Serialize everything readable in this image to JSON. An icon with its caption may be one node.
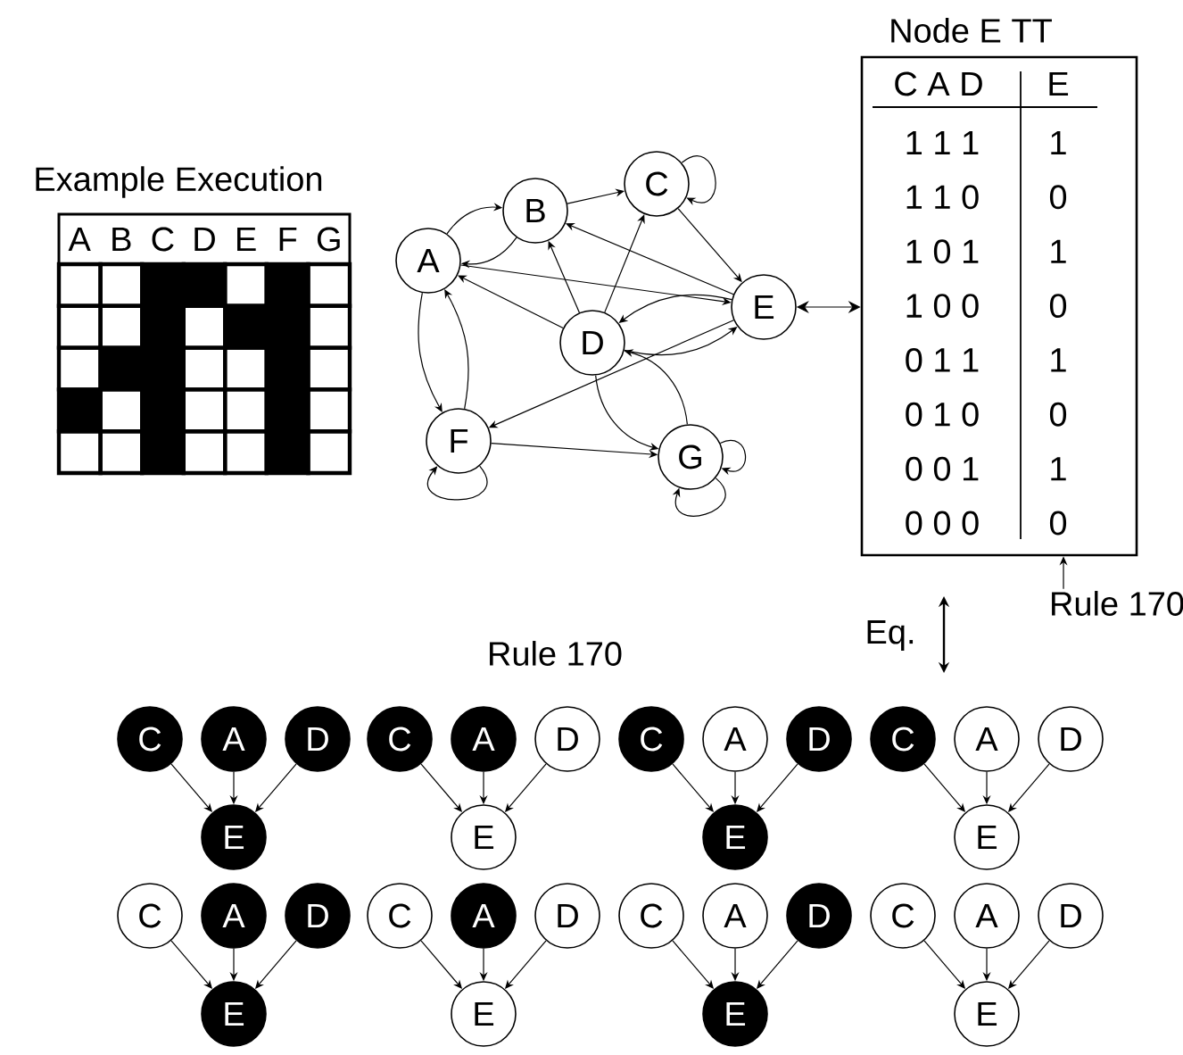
{
  "diagram": {
    "nodes": [
      {
        "text": [
          "A"
        ]
      },
      {
        "text": [
          "B"
        ]
      },
      {
        "text": [
          "C"
        ]
      },
      {
        "text": [
          "D"
        ]
      },
      {
        "text": [
          "E"
        ]
      },
      {
        "text": [
          "F"
        ]
      },
      {
        "text": [
          "G"
        ]
      },
      {
        "text": [
          "Example Execution",
          "A",
          "B",
          "C",
          "D",
          "E",
          "F",
          "G"
        ]
      },
      {
        "text": [
          "Node E TT",
          "C A D",
          "E",
          "1 1 1",
          "1",
          "1 1 0",
          "0",
          "1 0 1",
          "1",
          "1 0 0",
          "0",
          "0 1 1",
          "1",
          "0 1 0",
          "0",
          "0 0 1",
          "1",
          "0 0 0",
          "0"
        ]
      },
      {
        "text": [
          "Rule 170"
        ]
      },
      {
        "text": [
          "C"
        ]
      },
      {
        "text": [
          "A"
        ]
      },
      {
        "text": [
          "D"
        ]
      },
      {
        "text": [
          "E"
        ]
      },
      {
        "text": [
          "C"
        ]
      },
      {
        "text": [
          "A"
        ]
      },
      {
        "text": [
          "D"
        ]
      },
      {
        "text": [
          "E"
        ]
      },
      {
        "text": [
          "C"
        ]
      },
      {
        "text": [
          "A"
        ]
      },
      {
        "text": [
          "D"
        ]
      },
      {
        "text": [
          "E"
        ]
      },
      {
        "text": [
          "C"
        ]
      },
      {
        "text": [
          "A"
        ]
      },
      {
        "text": [
          "D"
        ]
      },
      {
        "text": [
          "E"
        ]
      },
      {
        "text": [
          "C"
        ]
      },
      {
        "text": [
          "A"
        ]
      },
      {
        "text": [
          "D"
        ]
      },
      {
        "text": [
          "E"
        ]
      },
      {
        "text": [
          "C"
        ]
      },
      {
        "text": [
          "A"
        ]
      },
      {
        "text": [
          "D"
        ]
      },
      {
        "text": [
          "E"
        ]
      },
      {
        "text": [
          "C"
        ]
      },
      {
        "text": [
          "A"
        ]
      },
      {
        "text": [
          "D"
        ]
      },
      {
        "text": [
          "E"
        ]
      },
      {
        "text": [
          "C"
        ]
      },
      {
        "text": [
          "A"
        ]
      },
      {
        "text": [
          "D"
        ]
      },
      {
        "text": [
          "E"
        ]
      }
    ],
    "edges": [
      {
        "from": 0,
        "to": 1,
        "arrow": "to"
      },
      {
        "from": 1,
        "to": 0,
        "arrow": "to"
      },
      {
        "from": 1,
        "to": 2,
        "arrow": "to"
      },
      {
        "from": 2,
        "to": 2,
        "arrow": "to"
      },
      {
        "from": 2,
        "to": 4,
        "arrow": "to"
      },
      {
        "from": 4,
        "to": 1,
        "arrow": "to"
      },
      {
        "from": 0,
        "to": 4,
        "arrow": "to"
      },
      {
        "from": 3,
        "to": 0,
        "arrow": "to"
      },
      {
        "from": 3,
        "to": 1,
        "arrow": "to"
      },
      {
        "from": 3,
        "to": 2,
        "arrow": "to"
      },
      {
        "from": 4,
        "to": 3,
        "arrow": "to"
      },
      {
        "from": 3,
        "to": 4,
        "arrow": "to"
      },
      {
        "from": 4,
        "to": 5,
        "arrow": "to"
      },
      {
        "from": 0,
        "to": 5,
        "arrow": "to"
      },
      {
        "from": 5,
        "to": 0,
        "arrow": "to"
      },
      {
        "from": 5,
        "to": 6,
        "arrow": "to"
      },
      {
        "from": 6,
        "to": 3,
        "arrow": "to"
      },
      {
        "from": 3,
        "to": 6,
        "arrow": "to"
      },
      {
        "from": 5,
        "to": 5,
        "arrow": "to"
      },
      {
        "from": 6,
        "to": 6,
        "arrow": "to"
      },
      {
        "from": 6,
        "to": 6,
        "arrow": "to"
      },
      {
        "from": 4,
        "to": 8,
        "arrow": "both"
      },
      {
        "from": 9,
        "to": 8,
        "arrow": "to"
      },
      {
        "from": 10,
        "to": 13,
        "arrow": "to"
      },
      {
        "from": 11,
        "to": 13,
        "arrow": "to"
      },
      {
        "from": 12,
        "to": 13,
        "arrow": "to"
      },
      {
        "from": 14,
        "to": 17,
        "arrow": "to"
      },
      {
        "from": 15,
        "to": 17,
        "arrow": "to"
      },
      {
        "from": 16,
        "to": 17,
        "arrow": "to"
      },
      {
        "from": 18,
        "to": 21,
        "arrow": "to"
      },
      {
        "from": 19,
        "to": 21,
        "arrow": "to"
      },
      {
        "from": 20,
        "to": 21,
        "arrow": "to"
      },
      {
        "from": 22,
        "to": 25,
        "arrow": "to"
      },
      {
        "from": 23,
        "to": 25,
        "arrow": "to"
      },
      {
        "from": 24,
        "to": 25,
        "arrow": "to"
      },
      {
        "from": 26,
        "to": 29,
        "arrow": "to"
      },
      {
        "from": 27,
        "to": 29,
        "arrow": "to"
      },
      {
        "from": 28,
        "to": 29,
        "arrow": "to"
      },
      {
        "from": 30,
        "to": 33,
        "arrow": "to"
      },
      {
        "from": 31,
        "to": 33,
        "arrow": "to"
      },
      {
        "from": 32,
        "to": 33,
        "arrow": "to"
      },
      {
        "from": 34,
        "to": 37,
        "arrow": "to"
      },
      {
        "from": 35,
        "to": 37,
        "arrow": "to"
      },
      {
        "from": 36,
        "to": 37,
        "arrow": "to"
      },
      {
        "from": 38,
        "to": 41,
        "arrow": "to"
      },
      {
        "from": 39,
        "to": 41,
        "arrow": "to"
      },
      {
        "from": 40,
        "to": 41,
        "arrow": "to"
      }
    ],
    "labels": [
      "Eq.",
      "Rule 170"
    ]
  }
}
